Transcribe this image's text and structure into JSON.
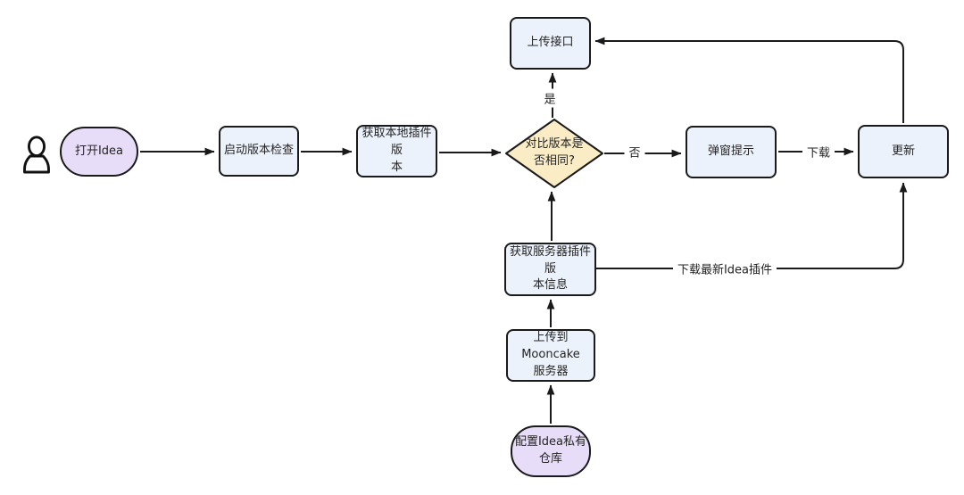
{
  "diagram": {
    "type": "flowchart",
    "background": "#ffffff",
    "colors": {
      "line": "#1a1a1a",
      "process_fill": "#ECF2FB",
      "terminal_fill": "#E8DDF8",
      "decision_fill": "#FAEDC6",
      "text": "#242424"
    },
    "icons": {
      "actor": "person-icon"
    },
    "nodes": {
      "open_idea": {
        "label": "打开Idea",
        "shape": "stadium"
      },
      "start_check": {
        "label": "启动版本检查",
        "shape": "rect"
      },
      "get_local": {
        "label": "获取本地插件版\n本",
        "shape": "rect"
      },
      "decision": {
        "label": "对比版本是\n否相同?",
        "shape": "diamond"
      },
      "upload_api": {
        "label": "上传接口",
        "shape": "rect"
      },
      "popup": {
        "label": "弹窗提示",
        "shape": "rect"
      },
      "update": {
        "label": "更新",
        "shape": "rect"
      },
      "get_server": {
        "label": "获取服务器插件版\n本信息",
        "shape": "rect"
      },
      "upload_mooncake": {
        "label": "上传到Mooncake\n服务器",
        "shape": "rect"
      },
      "config_repo": {
        "label": "配置Idea私有\n仓库",
        "shape": "stadium"
      }
    },
    "edge_labels": {
      "yes": "是",
      "no": "否",
      "download": "下载",
      "download_latest": "下载最新Idea插件"
    },
    "edges": [
      "open_idea -> start_check",
      "start_check -> get_local",
      "get_local -> decision",
      "decision -(是)-> upload_api",
      "decision -(否)-> popup",
      "popup -(下载)-> update",
      "update -> upload_api",
      "get_server -> decision",
      "get_server -(下载最新Idea插件)-> update",
      "upload_mooncake -> get_server",
      "config_repo -> upload_mooncake"
    ]
  }
}
